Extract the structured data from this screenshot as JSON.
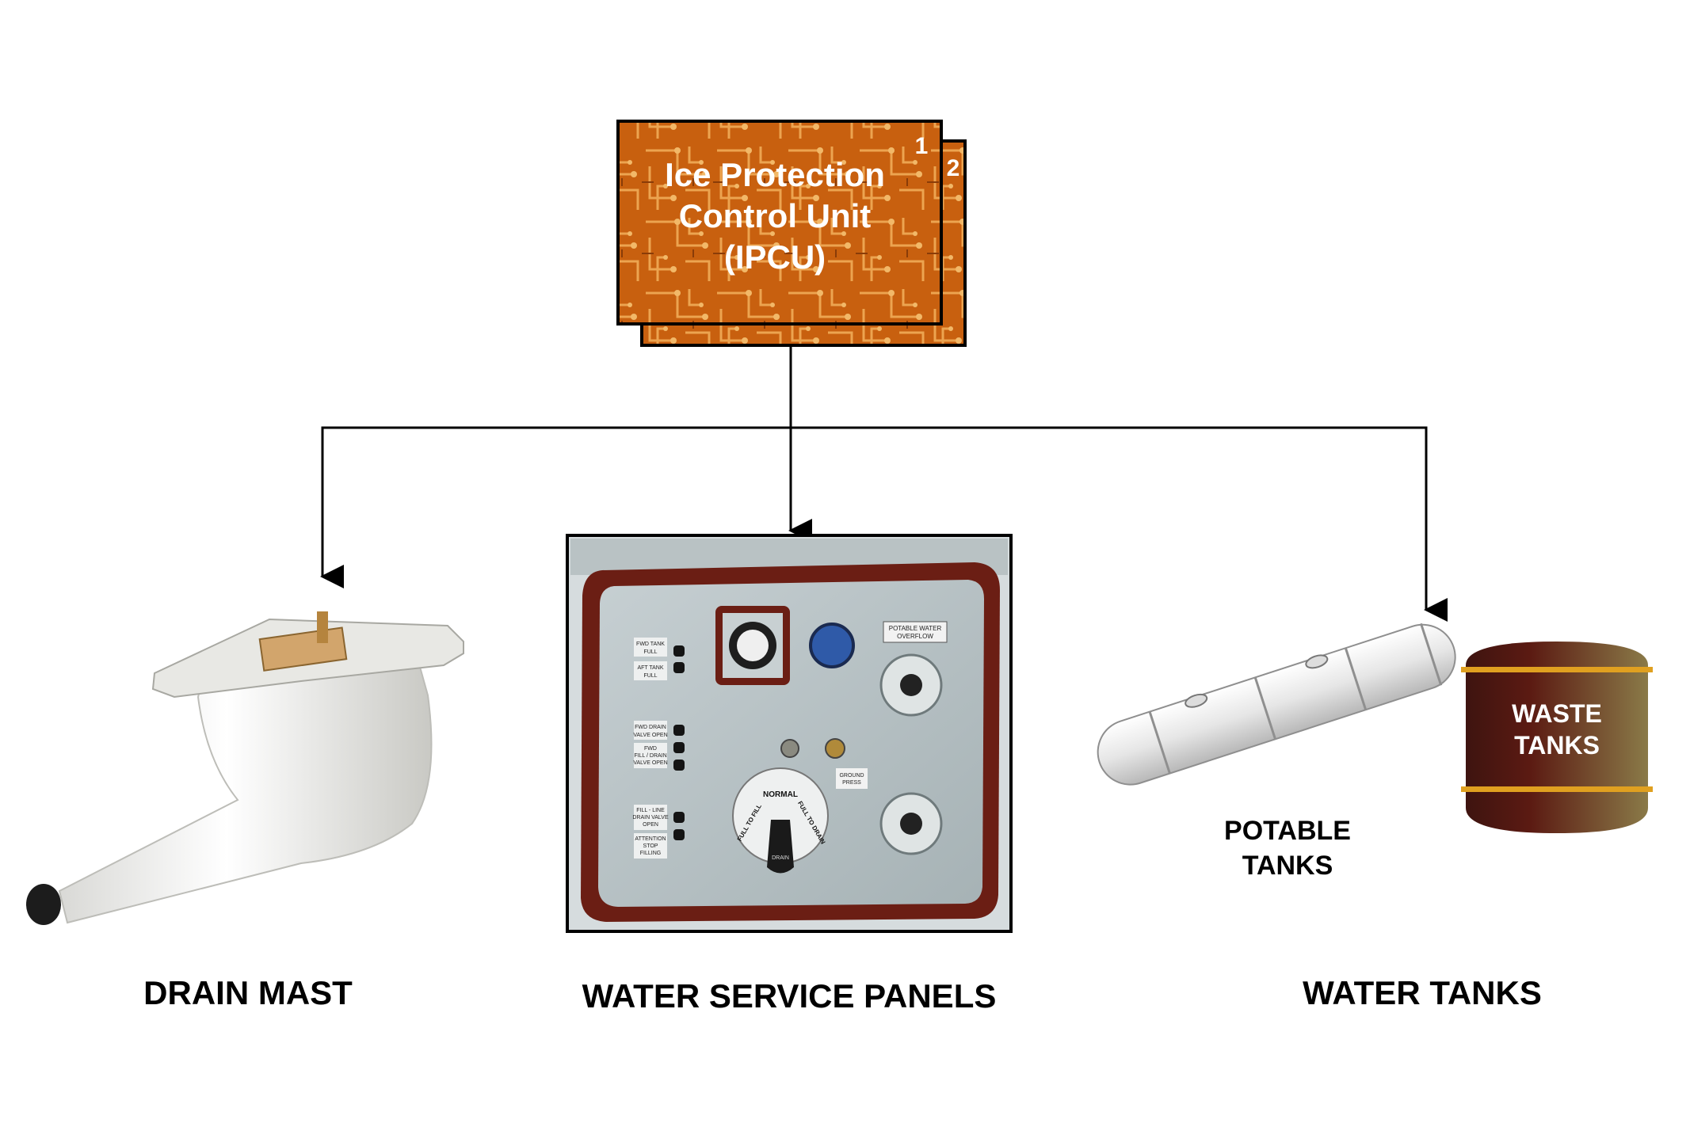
{
  "ipcu": {
    "title_line1": "Ice Protection",
    "title_line2": "Control Unit",
    "title_line3": "(IPCU)",
    "card_number_front": "1",
    "card_number_back": "2"
  },
  "captions": {
    "drain_mast": "DRAIN MAST",
    "water_service_panels": "WATER SERVICE PANELS",
    "water_tanks": "WATER TANKS"
  },
  "tanks": {
    "potable_line1": "POTABLE",
    "potable_line2": "TANKS",
    "waste_line1": "WASTE",
    "waste_line2": "TANKS"
  },
  "panel_labels": {
    "fwd_tank_fill": [
      "FWD TANK",
      "FULL"
    ],
    "aft_tank_fill": [
      "AFT TANK",
      "FULL"
    ],
    "fwd_drain_valve": [
      "FWD DRAIN",
      "VALVE OPEN"
    ],
    "fwd_fill_drain_valve": [
      "FWD",
      "FILL / DRAIN",
      "VALVE OPEN"
    ],
    "fill_line_drain_valve": [
      "FILL - LINE",
      "DRAIN VALVE",
      "OPEN"
    ],
    "attention_stop_filling": [
      "ATTENTION",
      "STOP",
      "FILLING"
    ],
    "potable_water_overflow": [
      "POTABLE WATER",
      "OVERFLOW"
    ],
    "ground_press": [
      "GROUND",
      "PRESS"
    ],
    "selector_normal": "NORMAL",
    "selector_fill": "FULL TO FILL",
    "selector_drain": "FULL TO DRAIN",
    "selector_knob": "DRAIN"
  },
  "colors": {
    "ipcu_orange": "#c8600f",
    "ipcu_trace": "#e8a04a",
    "panel_grey": "#b8c3c6",
    "panel_seal": "#6b1e14",
    "waste_dark": "#3e1410",
    "waste_light": "#7a6a3a",
    "waste_band": "#e0a020",
    "line": "#000000"
  }
}
